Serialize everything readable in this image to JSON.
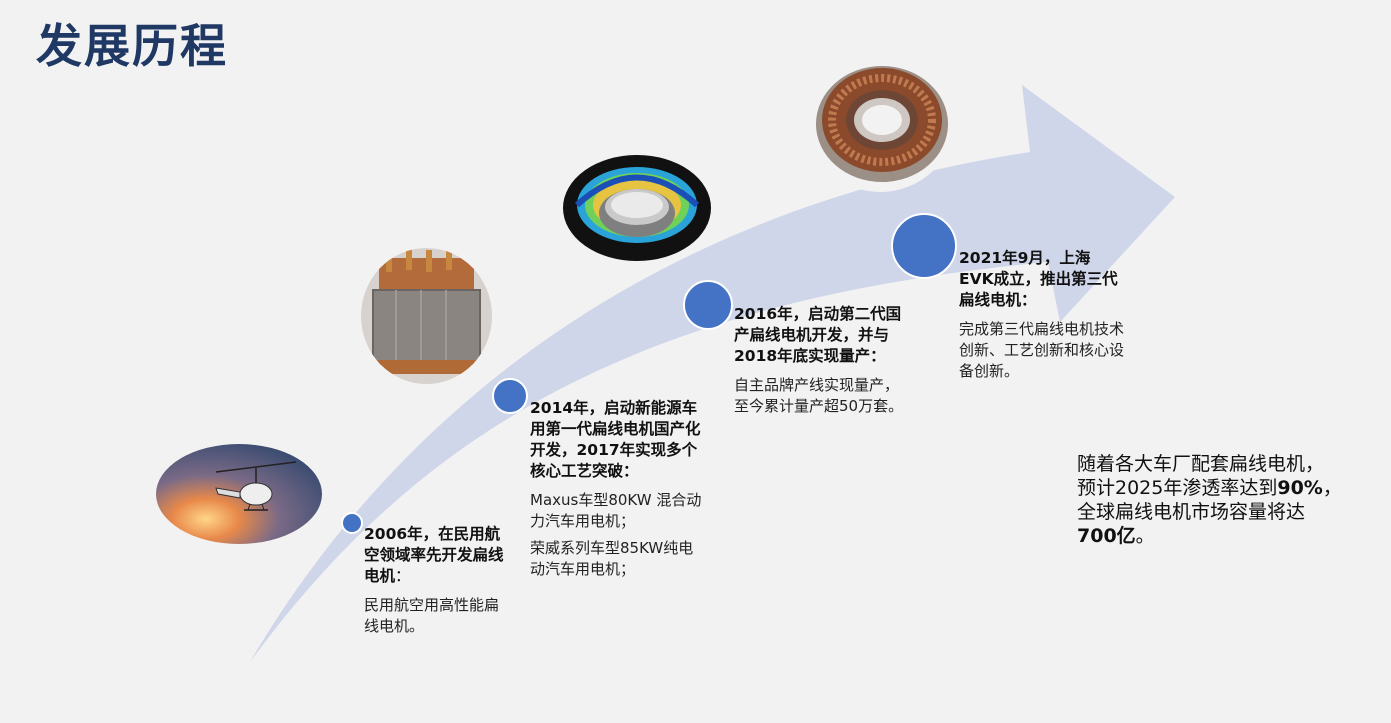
{
  "page": {
    "title": "发展历程"
  },
  "timeline": [
    {
      "head": "2006年，在民用航空领域率先开发扁线电机",
      "head_tail": "：",
      "desc": [
        "民用航空用高性能扁线电机。"
      ],
      "photo_icon": "helicopter-photo"
    },
    {
      "head": "2014年，启动新能源车用第一代扁线电机国产化开发，2017年实现多个核心工艺突破",
      "head_tail": "：",
      "desc": [
        "Maxus车型80KW 混合动力汽车用电机；",
        "荣威系列车型85KW纯电动汽车用电机；"
      ],
      "photo_icon": "motor-stator-photo"
    },
    {
      "head": "2016年，启动第二代国产扁线电机开发，并与2018年底实现量产",
      "head_tail": "：",
      "desc": [
        "自主品牌产线实现量产，至今累计量产超50万套。"
      ],
      "photo_icon": "stator-simulation-photo"
    },
    {
      "head": "2021年9月，上海EVK成立，推出第三代扁线电机",
      "head_tail": "：",
      "desc": [
        "完成第三代扁线电机技术创新、工艺创新和核心设备创新。"
      ],
      "photo_icon": "hairpin-winding-photo"
    }
  ],
  "summary": {
    "line1": "随着各大车厂配套扁线电机，",
    "line2a": "预计2025年渗透率达到",
    "line2b": "90%",
    "line2c": "，",
    "line3": "全球扁线电机市场容量将达",
    "line4a": "700亿",
    "line4b": "。"
  },
  "colors": {
    "title": "#1f3864",
    "arrow": "#cfd6ea",
    "dot": "#4472c4",
    "background": "#f2f2f2"
  }
}
